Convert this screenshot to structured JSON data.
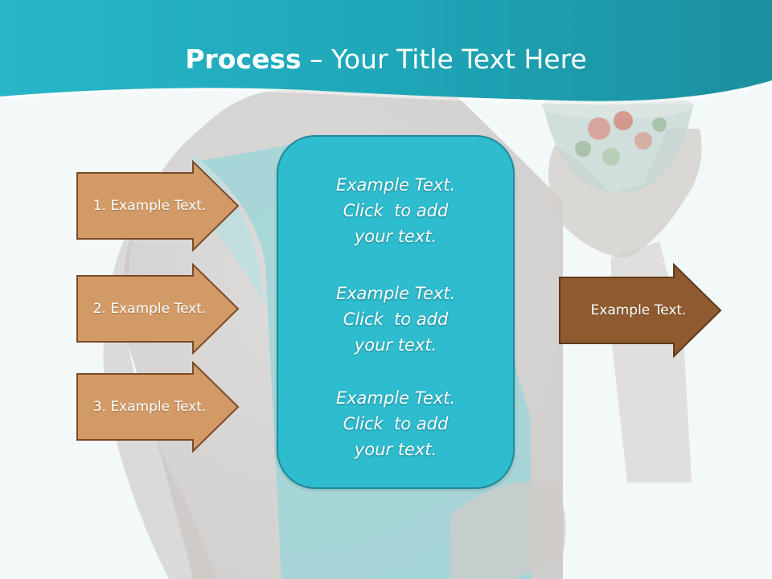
{
  "title": {
    "bold": "Process",
    "rest": " – Your Title Text Here"
  },
  "colors": {
    "banner": "#1fa9ba",
    "arrow_light": "#d29a67",
    "arrow_dark": "#8f5a2f",
    "panel": "#2ebccf"
  },
  "left_arrows": [
    {
      "label": "1. Example Text."
    },
    {
      "label": "2. Example Text."
    },
    {
      "label": "3. Example Text."
    }
  ],
  "center_panel": {
    "blocks": [
      {
        "line1": "Example Text.",
        "line2": "Click  to add",
        "line3": "your text."
      },
      {
        "line1": "Example Text.",
        "line2": "Click  to add",
        "line3": "your text."
      },
      {
        "line1": "Example Text.",
        "line2": "Click  to add",
        "line3": "your text."
      }
    ]
  },
  "right_arrow": {
    "label": "Example Text."
  }
}
